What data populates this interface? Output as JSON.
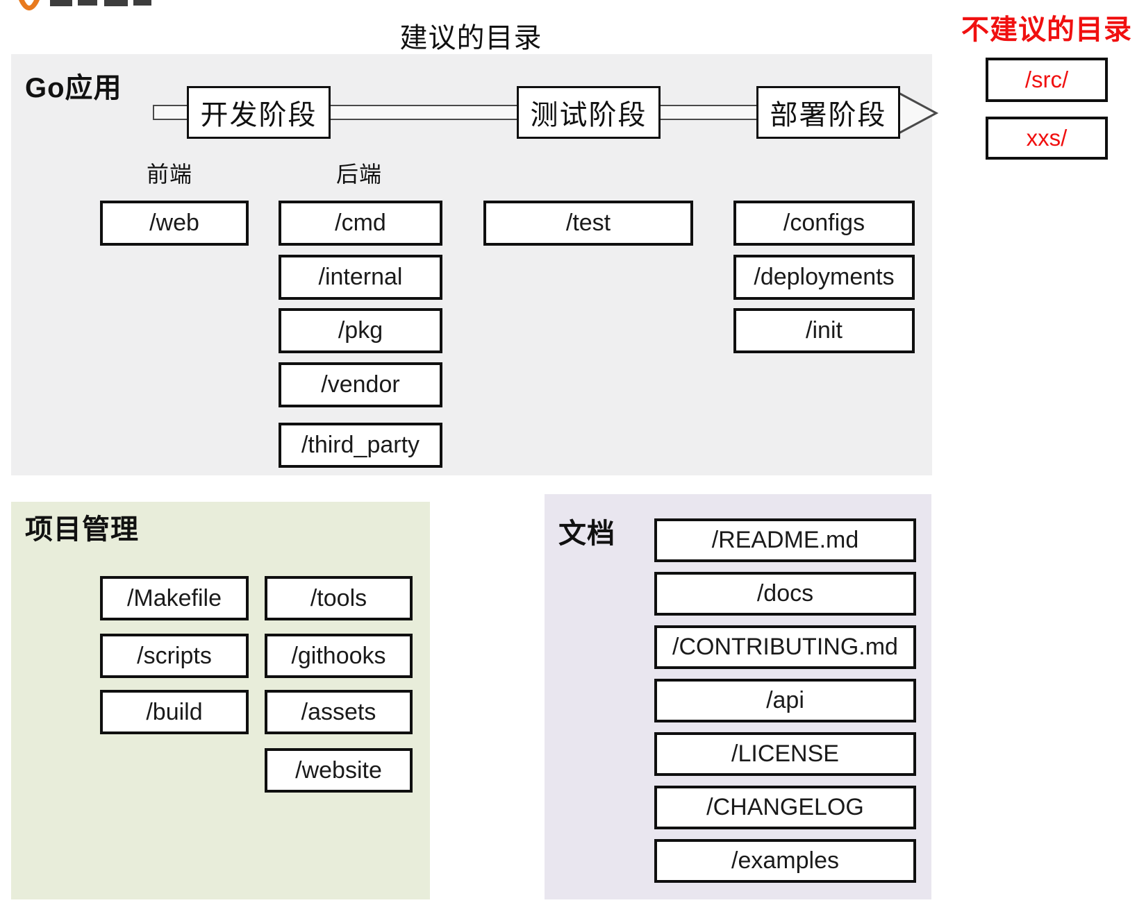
{
  "page": {
    "title_recommended": "建议的目录",
    "title_not_recommended": "不建议的目录"
  },
  "not_recommended": {
    "items": [
      "/src/",
      "xxs/"
    ]
  },
  "go_app": {
    "label": "Go应用",
    "stages": [
      "开发阶段",
      "测试阶段",
      "部署阶段"
    ],
    "frontend_label": "前端",
    "backend_label": "后端",
    "frontend_dirs": [
      "/web"
    ],
    "backend_dirs": [
      "/cmd",
      "/internal",
      "/pkg",
      "/vendor",
      "/third_party"
    ],
    "test_dirs": [
      "/test"
    ],
    "deploy_dirs": [
      "/configs",
      "/deployments",
      "/init"
    ]
  },
  "project_management": {
    "label": "项目管理",
    "col1": [
      "/Makefile",
      "/scripts",
      "/build"
    ],
    "col2": [
      "/tools",
      "/githooks",
      "/assets",
      "/website"
    ]
  },
  "docs": {
    "label": "文档",
    "items": [
      "/README.md",
      "/docs",
      "/CONTRIBUTING.md",
      "/api",
      "/LICENSE",
      "/CHANGELOG",
      "/examples"
    ]
  },
  "colors": {
    "red_accent": "#f01010",
    "panel_gray": "#efeff0",
    "panel_green": "#e8edda",
    "panel_purple": "#e9e6ef",
    "logo_orange": "#e87a1e",
    "box_border": "#0f0f0f",
    "arrow_stroke": "#4a4a4a"
  }
}
